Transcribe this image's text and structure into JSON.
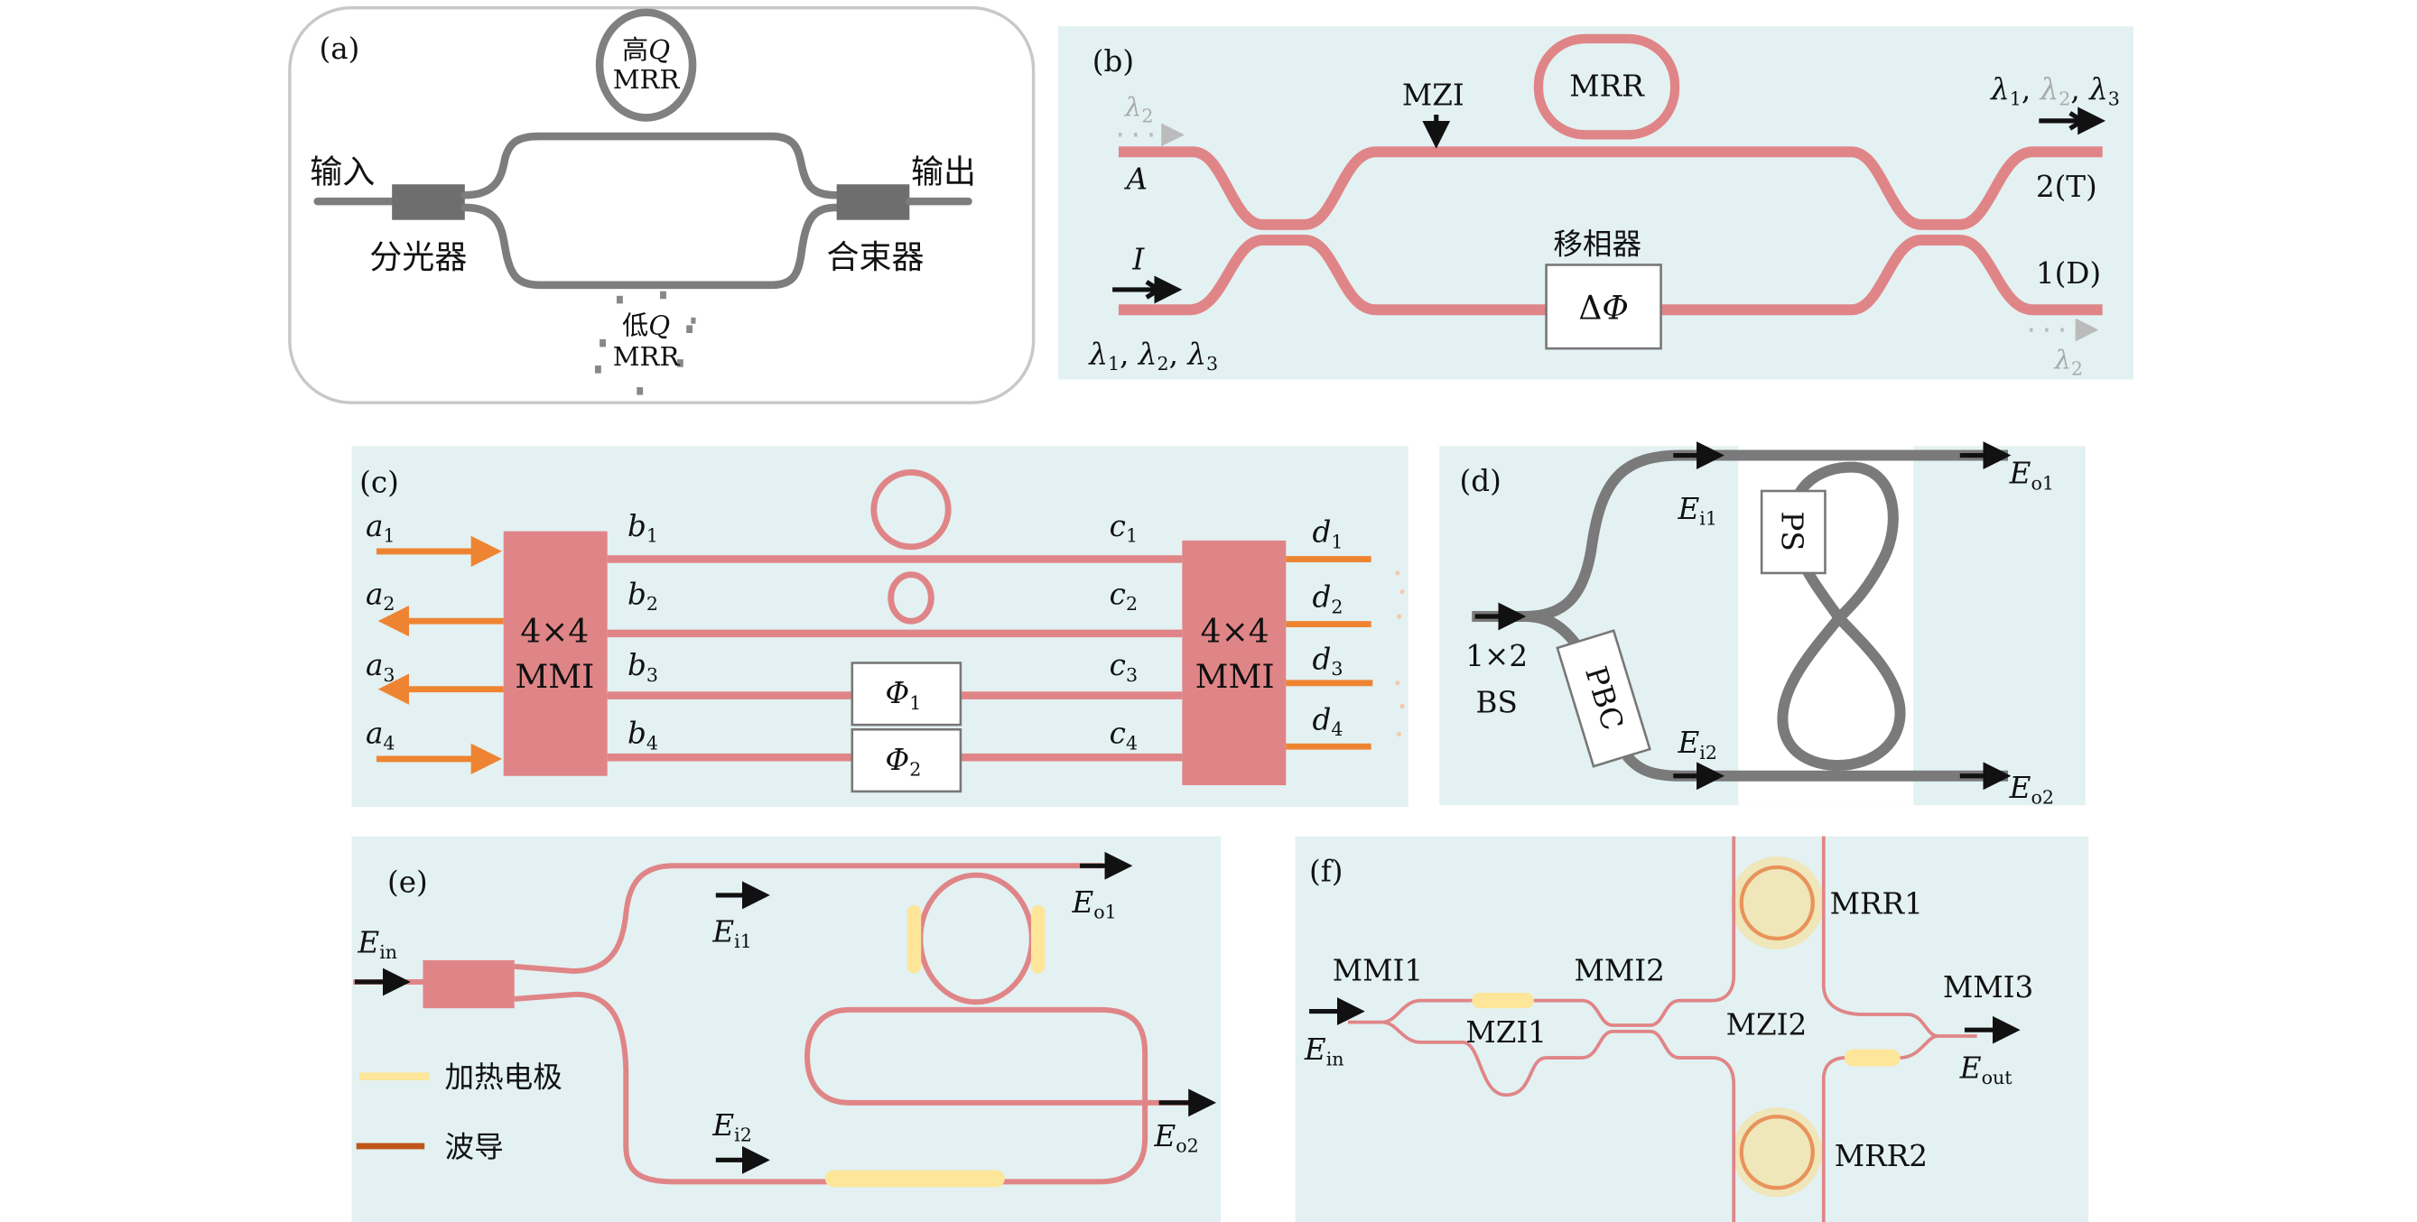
{
  "colors": {
    "panel_bg": "#e3f1f2",
    "waveguide_pink": "#e08587",
    "waveguide_gray": "#7d7d7d",
    "input_orange": "#ee8432",
    "heater_yellow": "#fde59a",
    "legend_waveguide": "#c0561a",
    "dim_label": "#aaaaaa"
  },
  "a": {
    "label": "(a)",
    "high_q": {
      "prefix": "高",
      "q": "Q",
      "mrr": "MRR"
    },
    "low_q": {
      "prefix": "低",
      "q": "Q",
      "mrr": "MRR"
    },
    "input": "输入",
    "output": "输出",
    "splitter": "分光器",
    "combiner": "合束器"
  },
  "b": {
    "label": "(b)",
    "mzi": "MZI",
    "mrr": "MRR",
    "phase_shifter": "移相器",
    "delta_phi": {
      "delta": "Δ",
      "phi": "Φ"
    },
    "port_a": "A",
    "port_i": "I",
    "port_t": "2(T)",
    "port_d": "1(D)",
    "lambda": "λ",
    "subs": [
      "1",
      "2",
      "3"
    ],
    "sep": ", "
  },
  "c": {
    "label": "(c)",
    "mmi_size": "4×4",
    "mmi": "MMI",
    "a": [
      "1",
      "2",
      "3",
      "4"
    ],
    "a_base": "a",
    "b_base": "b",
    "c_base": "c",
    "d_base": "d",
    "phi_base": "Φ",
    "phi_subs": [
      "1",
      "2"
    ]
  },
  "d": {
    "label": "(d)",
    "bs1": "1×2",
    "bs2": "BS",
    "pbc": "PBC",
    "ps": "PS",
    "E": "E",
    "subs": {
      "i1": "i1",
      "i2": "i2",
      "o1": "o1",
      "o2": "o2"
    }
  },
  "e": {
    "label": "(e)",
    "E": "E",
    "subs": {
      "in": "in",
      "i1": "i1",
      "i2": "i2",
      "o1": "o1",
      "o2": "o2"
    },
    "legend": {
      "heater": "加热电极",
      "waveguide": "波导"
    }
  },
  "f": {
    "label": "(f)",
    "mmi1": "MMI1",
    "mmi2": "MMI2",
    "mmi3": "MMI3",
    "mzi1": "MZI1",
    "mzi2": "MZI2",
    "mrr1": "MRR1",
    "mrr2": "MRR2",
    "E": "E",
    "sub_in": "in",
    "sub_out": "out"
  }
}
